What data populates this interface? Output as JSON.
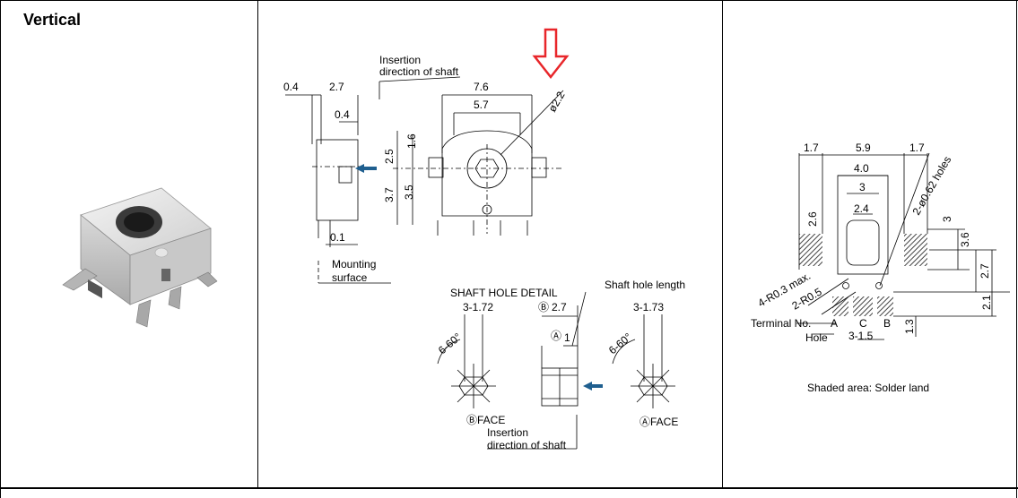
{
  "row_title": "Vertical",
  "side_view": {
    "dims": {
      "d04_top": "0.4",
      "d27": "2.7",
      "d04_inner": "0.4",
      "d01": "0.1",
      "d25": "2.5",
      "d37": "3.7"
    },
    "insertion_label_1": "Insertion",
    "insertion_label_2": "direction of shaft",
    "mounting_1": "Mounting",
    "mounting_2": "surface"
  },
  "front_view": {
    "dims": {
      "d76": "7.6",
      "d57": "5.7",
      "phi22": "ø2.2",
      "d16": "1.6",
      "d35": "3.5"
    }
  },
  "shaft_detail": {
    "title": "SHAFT HOLE DETAIL",
    "hole_length": "Shaft hole length",
    "b_face_dim": "3-1.72",
    "b_mark": "Ⓑ",
    "b_len": "2.7",
    "a_mark": "Ⓐ",
    "a_len": "1",
    "a_face_dim": "3-1.73",
    "angle_left": "6-60°",
    "angle_right": "6-60°",
    "b_face": "ⒷFACE",
    "a_face": "ⒶFACE",
    "insertion_1": "Insertion",
    "insertion_2": "direction of shaft"
  },
  "land_pattern": {
    "dims": {
      "d17_left": "1.7",
      "d59": "5.9",
      "d17_right": "1.7",
      "d40": "4.0",
      "d3_top": "3",
      "d24": "2.4",
      "d26": "2.6",
      "holes": "2-ø0.62 holes",
      "d3_right": "3",
      "d36": "3.6",
      "d27": "2.7",
      "d21": "2.1",
      "d13": "1.3",
      "r03": "4-R0.3 max.",
      "r05": "2-R0.5",
      "pitch": "3-1.5"
    },
    "terminal_label": "Terminal No.",
    "term_a": "A",
    "term_c": "C",
    "term_b": "B",
    "hole_label": "Hole",
    "caption": "Shaded area: Solder land"
  },
  "colors": {
    "arrow_red": "#e8262a",
    "arrow_blue": "#1f5f8f",
    "line": "#000000"
  }
}
